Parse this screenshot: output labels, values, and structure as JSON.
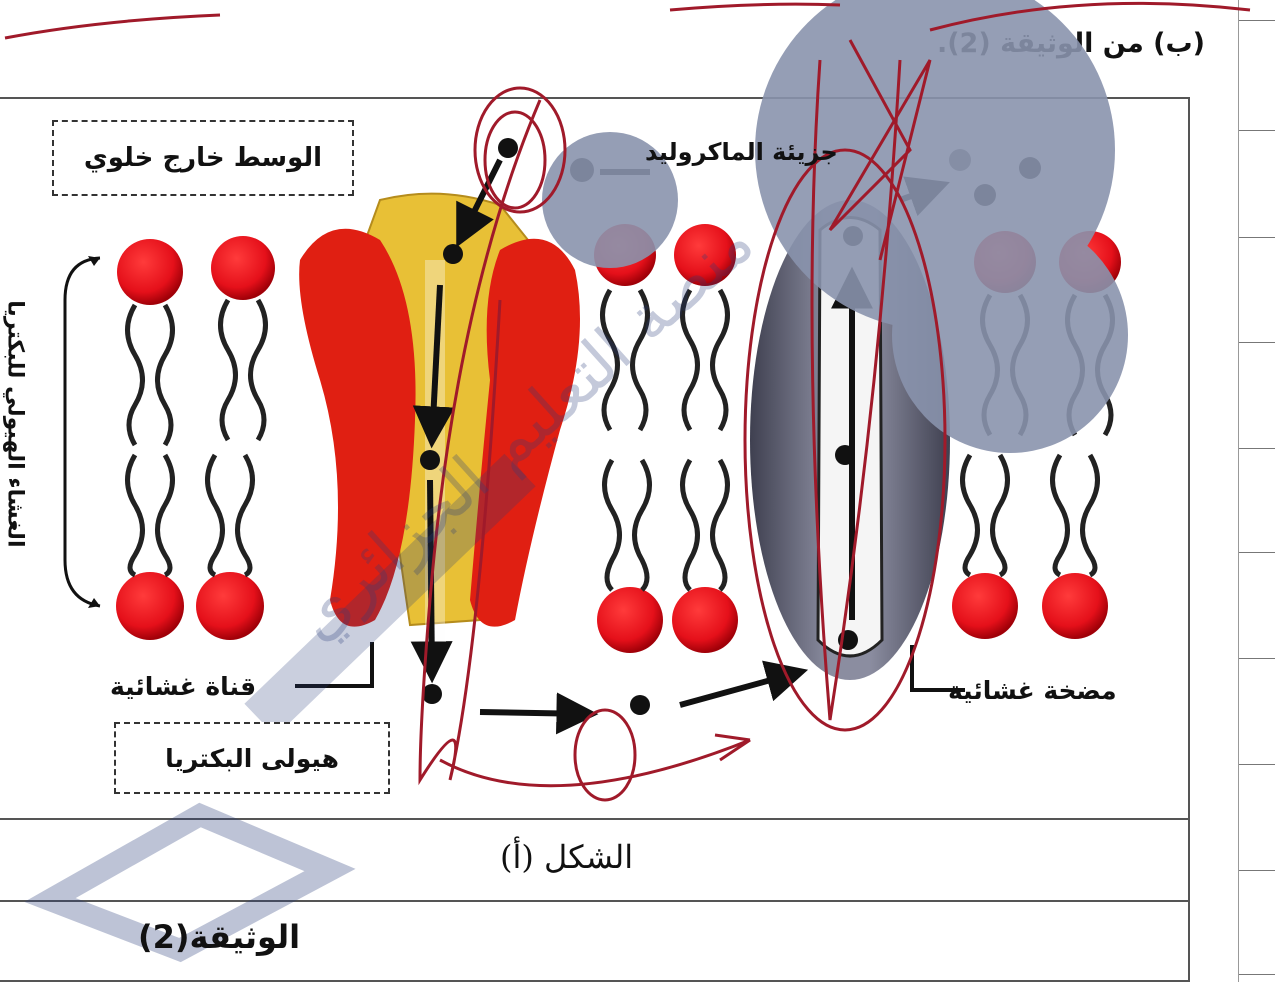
{
  "document": {
    "question_prefix": "(ب) من الوثيقة (2).",
    "figure_caption": "الشكل (أ)",
    "document_caption": "الوثيقة(2)",
    "labels": {
      "extracellular": "الوسط خارج خلوي",
      "macrolide": "جزيئة الماكروليد",
      "membrane_vertical": "الغشاء الهيولي للبكتريا",
      "membrane_channel": "قناة غشائية",
      "membrane_pump": "مضخة غشائية",
      "cytoplasm": "هيولى البكتريا"
    },
    "watermark_text": "منصة التعليم الجزائري",
    "colors": {
      "phospholipid_head": "#e5101a",
      "channel_red": "#e01f12",
      "channel_yellow": "#e8c036",
      "pump_gray": "#6b6d80",
      "handwriting": "#a01a2a",
      "watermark_blue": "#2b3f7c"
    }
  }
}
